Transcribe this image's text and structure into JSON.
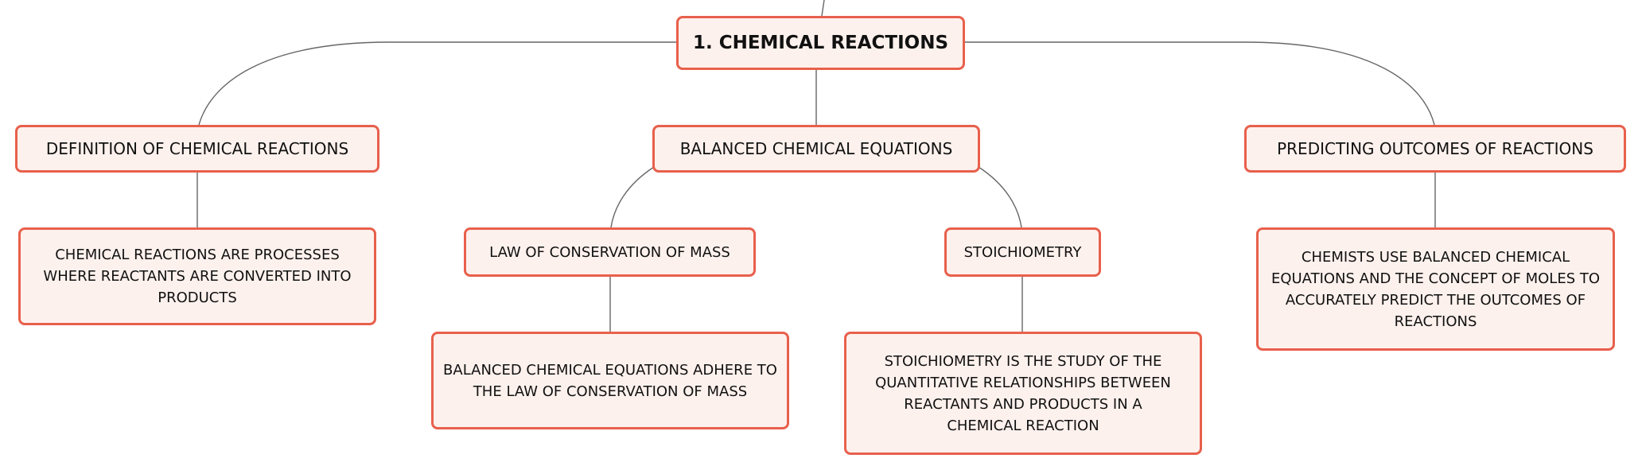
{
  "diagram": {
    "root": {
      "label": "1. CHEMICAL REACTIONS"
    },
    "definition": {
      "label": "DEFINITION OF CHEMICAL REACTIONS",
      "detail": "CHEMICAL REACTIONS ARE PROCESSES WHERE REACTANTS ARE CONVERTED INTO PRODUCTS"
    },
    "balanced": {
      "label": "BALANCED CHEMICAL EQUATIONS",
      "conservation": {
        "label": "LAW OF CONSERVATION OF MASS",
        "detail": "BALANCED CHEMICAL EQUATIONS ADHERE TO THE LAW OF CONSERVATION OF MASS"
      },
      "stoichiometry": {
        "label": "STOICHIOMETRY",
        "detail": "STOICHIOMETRY IS THE STUDY OF THE QUANTITATIVE RELATIONSHIPS BETWEEN REACTANTS AND PRODUCTS IN A CHEMICAL REACTION"
      }
    },
    "predicting": {
      "label": "PREDICTING OUTCOMES OF REACTIONS",
      "detail": "CHEMISTS USE BALANCED CHEMICAL EQUATIONS AND THE CONCEPT OF MOLES TO ACCURATELY PREDICT THE OUTCOMES OF REACTIONS"
    }
  },
  "colors": {
    "node_border": "#e8604c",
    "node_fill": "#fdf1ed",
    "connector": "#666666",
    "text": "#111111"
  }
}
